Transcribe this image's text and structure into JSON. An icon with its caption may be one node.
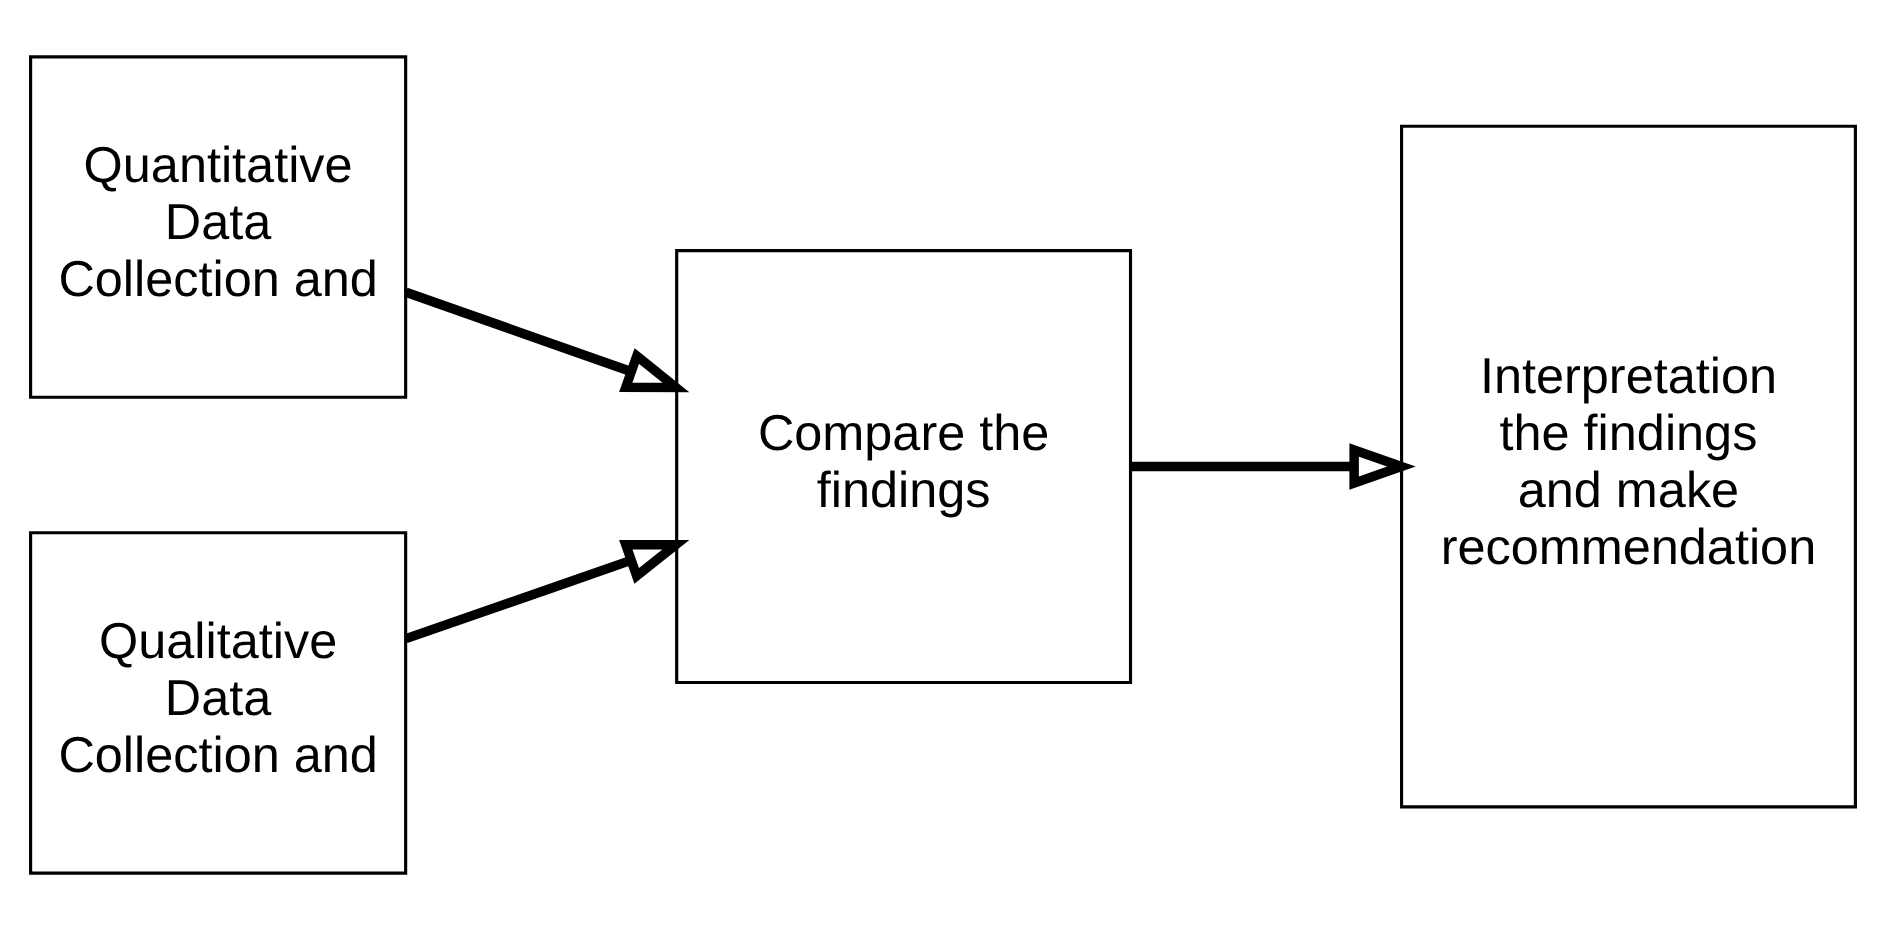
{
  "diagram": {
    "nodes": [
      {
        "text": [
          "Quantitative Data Collection and"
        ]
      },
      {
        "text": [
          "Compare the findings"
        ]
      },
      {
        "text": [
          "Interpretation the findings and make recommendation"
        ]
      },
      {
        "text": [
          "Qualitative Data Collection and"
        ]
      }
    ],
    "edges": [
      {
        "from": 0,
        "to": 1,
        "arrow": "to"
      },
      {
        "from": 3,
        "to": 1,
        "arrow": "to"
      },
      {
        "from": 1,
        "to": 2,
        "arrow": "to"
      }
    ]
  }
}
